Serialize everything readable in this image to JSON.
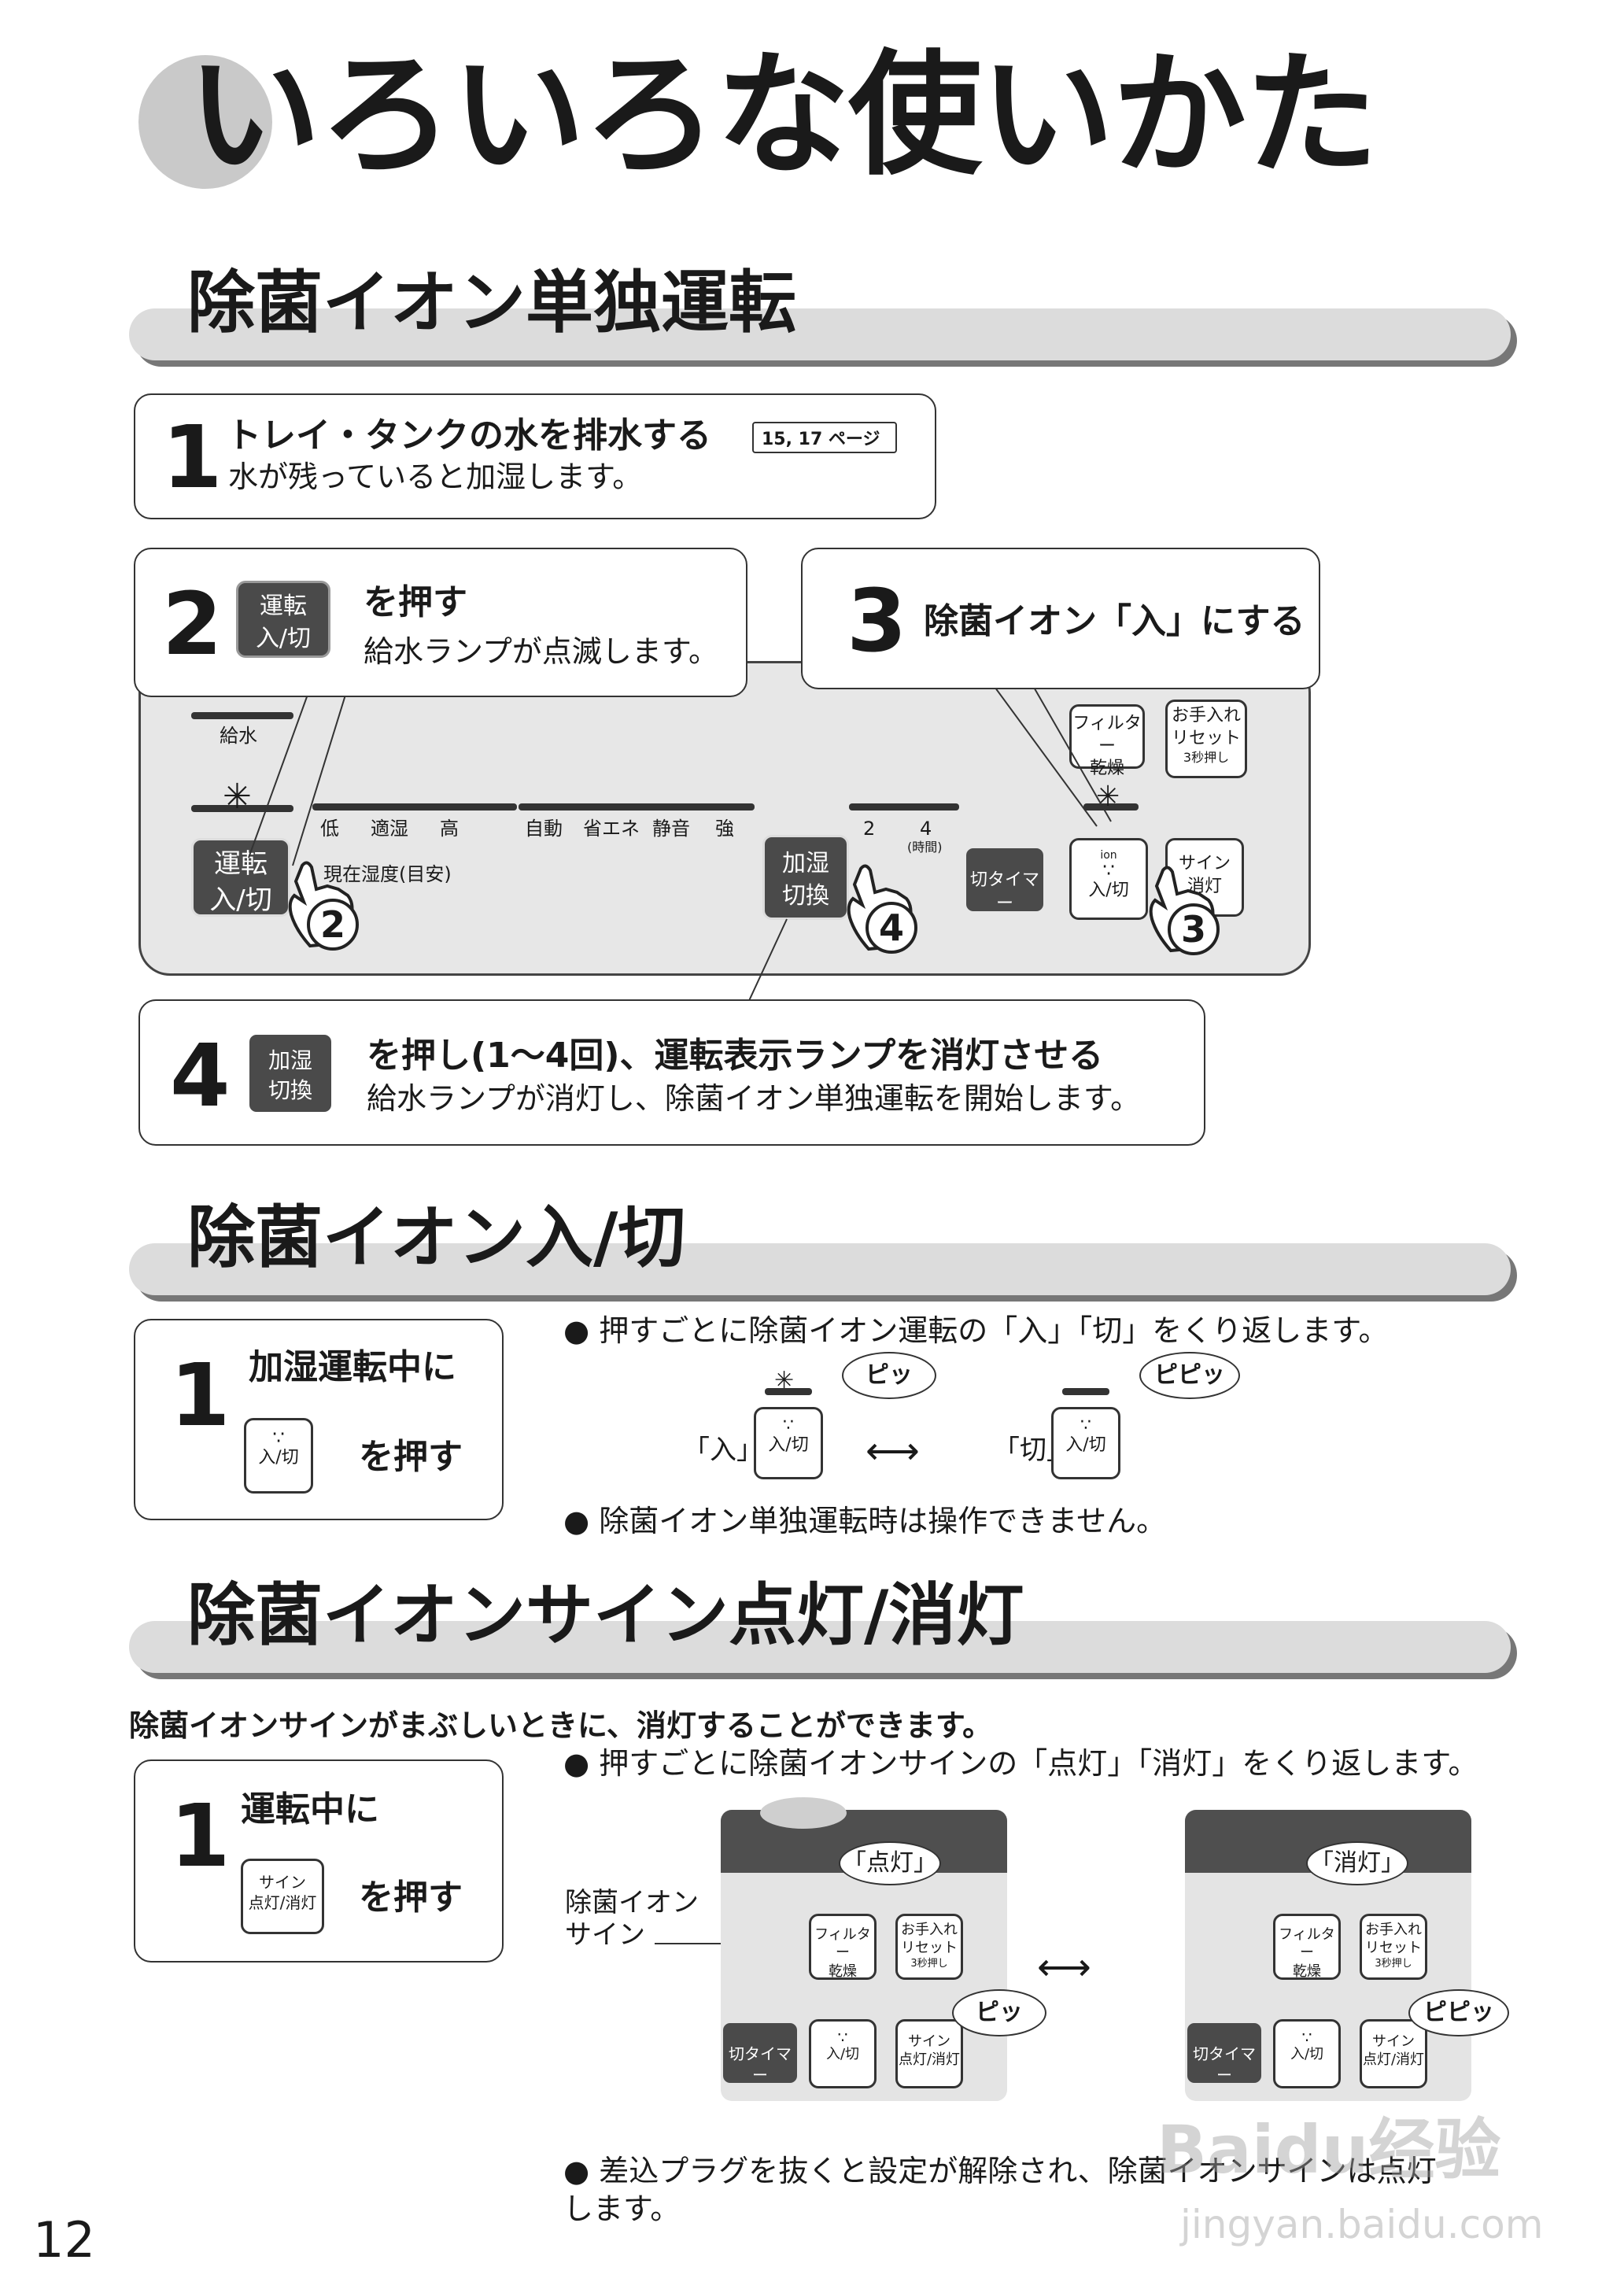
{
  "main_title": "いろいろな使いかた",
  "section1": {
    "title": "除菌イオン単独運転",
    "step1": {
      "num": "1",
      "title": "トレイ・タンクの水を排水する",
      "ref": "15, 17 ページ",
      "desc": "水が残っていると加湿します。"
    },
    "step2": {
      "num": "2",
      "button": "運転\n入/切",
      "title": "を押す",
      "desc": "給水ランプが点滅します。"
    },
    "step3": {
      "num": "3",
      "title": "除菌イオン「入」にする"
    },
    "step4": {
      "num": "4",
      "button": "加湿\n切換",
      "title": "を押し(1〜4回)、運転表示ランプを消灯させる",
      "desc": "給水ランプが消灯し、除菌イオン単独運転を開始します。"
    },
    "panel": {
      "water": "給水",
      "op_button": "運転\n入/切",
      "hum_labels": [
        "低",
        "適湿",
        "高"
      ],
      "hum_sub": "現在湿度(目安)",
      "mode_labels": [
        "自動",
        "省エネ",
        "静音",
        "強"
      ],
      "humid_button": "加湿\n切換",
      "timer_labels": [
        "2",
        "4"
      ],
      "timer_unit": "(時間)",
      "off_timer": "切タイマー",
      "filter_button": "フィルター\n乾燥",
      "care_button": "お手入れ\nリセット",
      "care_sub": "3秒押し",
      "ion_button": "入/切",
      "ion_tag": "ion",
      "sign_button": "サイン\n消灯",
      "hand_labels": [
        "2",
        "4",
        "3"
      ]
    }
  },
  "section2": {
    "title": "除菌イオン入/切",
    "step1": {
      "num": "1",
      "title": "加湿運転中に",
      "button": "入/切",
      "press": "を押す"
    },
    "bullet1": "押すごとに除菌イオン運転の「入」「切」をくり返します。",
    "on_label": "「入」",
    "off_label": "「切」",
    "on_sound": "ピッ",
    "off_sound": "ピピッ",
    "bullet2": "除菌イオン単独運転時は操作できません。"
  },
  "section3": {
    "title": "除菌イオンサイン点灯/消灯",
    "intro": "除菌イオンサインがまぶしいときに、消灯することができます。",
    "step1": {
      "num": "1",
      "title": "運転中に",
      "button": "サイン\n点灯/消灯",
      "press": "を押す"
    },
    "bullet1": "押すごとに除菌イオンサインの「点灯」「消灯」をくり返します。",
    "sign_label": "除菌イオン\nサイン",
    "on_label": "「点灯」",
    "off_label": "「消灯」",
    "on_sound": "ピッ",
    "off_sound": "ピピッ",
    "mini_filter": "フィルター\n乾燥",
    "mini_care": "お手入れ\nリセット",
    "mini_care_sub": "3秒押し",
    "mini_timer": "切タイマー",
    "mini_ion": "入/切",
    "mini_sign": "サイン\n点灯/消灯",
    "bullet2": "差込プラグを抜くと設定が解除され、除菌イオンサインは点灯\nします。"
  },
  "page_number": "12",
  "watermark": "Baidu经验",
  "watermark_url": "jingyan.baidu.com"
}
